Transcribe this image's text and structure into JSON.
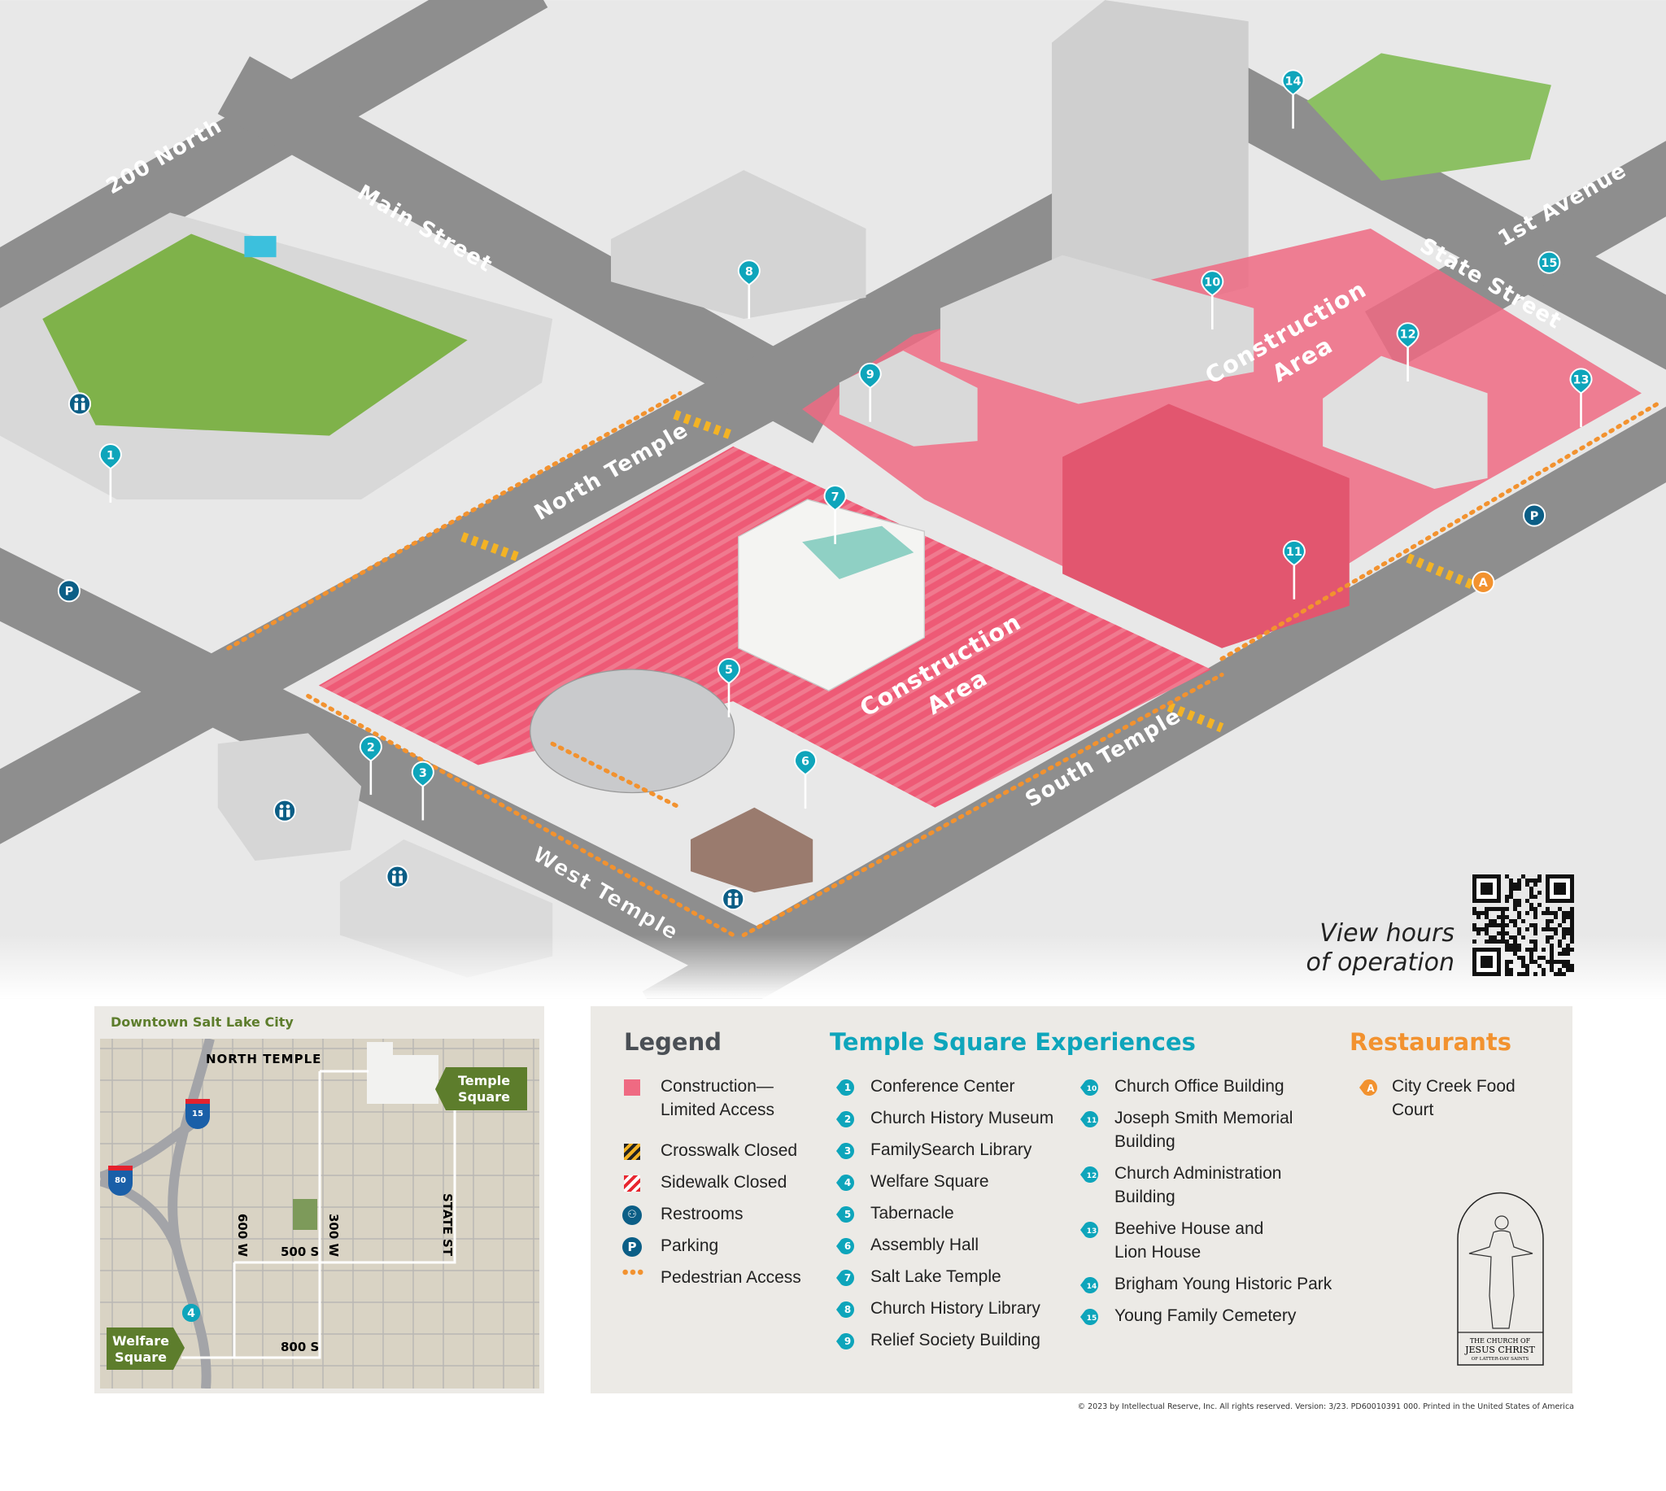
{
  "streets": {
    "n200": "200 North",
    "main": "Main Street",
    "north_temple": "North Temple",
    "west_temple": "West Temple",
    "south_temple": "South Temple",
    "state": "State Street",
    "first_ave": "1st Avenue"
  },
  "construction_label": [
    "Construction",
    "Area"
  ],
  "markers": [
    "1",
    "2",
    "3",
    "4",
    "5",
    "6",
    "7",
    "8",
    "9",
    "10",
    "11",
    "12",
    "13",
    "14",
    "15"
  ],
  "parking_symbol": "P",
  "restaurant_marker": "A",
  "qr_caption": [
    "View hours",
    "of operation"
  ],
  "inset": {
    "title": "Downtown Salt Lake City",
    "streets": [
      "NORTH TEMPLE",
      "600 W",
      "300 W",
      "STATE ST",
      "500 S",
      "800 S"
    ],
    "highways": [
      "15",
      "80"
    ],
    "callouts": [
      [
        "Temple",
        "Square"
      ],
      [
        "Welfare",
        "Square"
      ]
    ],
    "marker": "4"
  },
  "legend": {
    "title": "Legend",
    "items": [
      [
        "Construction—",
        "Limited Access"
      ],
      [
        "Crosswalk Closed"
      ],
      [
        "Sidewalk Closed"
      ],
      [
        "Restrooms"
      ],
      [
        "Parking"
      ],
      [
        "Pedestrian Access"
      ]
    ]
  },
  "experiences": {
    "title": "Temple Square Experiences",
    "items": [
      {
        "n": "1",
        "label": [
          "Conference Center"
        ]
      },
      {
        "n": "2",
        "label": [
          "Church History Museum"
        ]
      },
      {
        "n": "3",
        "label": [
          "FamilySearch Library"
        ]
      },
      {
        "n": "4",
        "label": [
          "Welfare Square"
        ]
      },
      {
        "n": "5",
        "label": [
          "Tabernacle"
        ]
      },
      {
        "n": "6",
        "label": [
          "Assembly Hall"
        ]
      },
      {
        "n": "7",
        "label": [
          "Salt Lake Temple"
        ]
      },
      {
        "n": "8",
        "label": [
          "Church History Library"
        ]
      },
      {
        "n": "9",
        "label": [
          "Relief Society Building"
        ]
      },
      {
        "n": "10",
        "label": [
          "Church Office Building"
        ]
      },
      {
        "n": "11",
        "label": [
          "Joseph Smith Memorial",
          "Building"
        ]
      },
      {
        "n": "12",
        "label": [
          "Church Administration",
          "Building"
        ]
      },
      {
        "n": "13",
        "label": [
          "Beehive House and",
          "Lion House"
        ]
      },
      {
        "n": "14",
        "label": [
          "Brigham Young Historic Park"
        ]
      },
      {
        "n": "15",
        "label": [
          "Young Family Cemetery"
        ]
      }
    ]
  },
  "restaurants": {
    "title": "Restaurants",
    "items": [
      {
        "n": "A",
        "label": [
          "City Creek Food",
          "Court"
        ]
      }
    ]
  },
  "logo_text": [
    "THE CHURCH OF",
    "JESUS CHRIST",
    "OF LATTER-DAY SAINTS"
  ],
  "copyright": "© 2023 by Intellectual Reserve, Inc. All rights reserved. Version: 3/23. PD60010391 000. Printed in the United States of America",
  "colors": {
    "construction": "#ef6a82",
    "teal": "#0ea5bb",
    "orange": "#f2922f",
    "green": "#5d7d2c",
    "navy": "#0b5e86"
  }
}
